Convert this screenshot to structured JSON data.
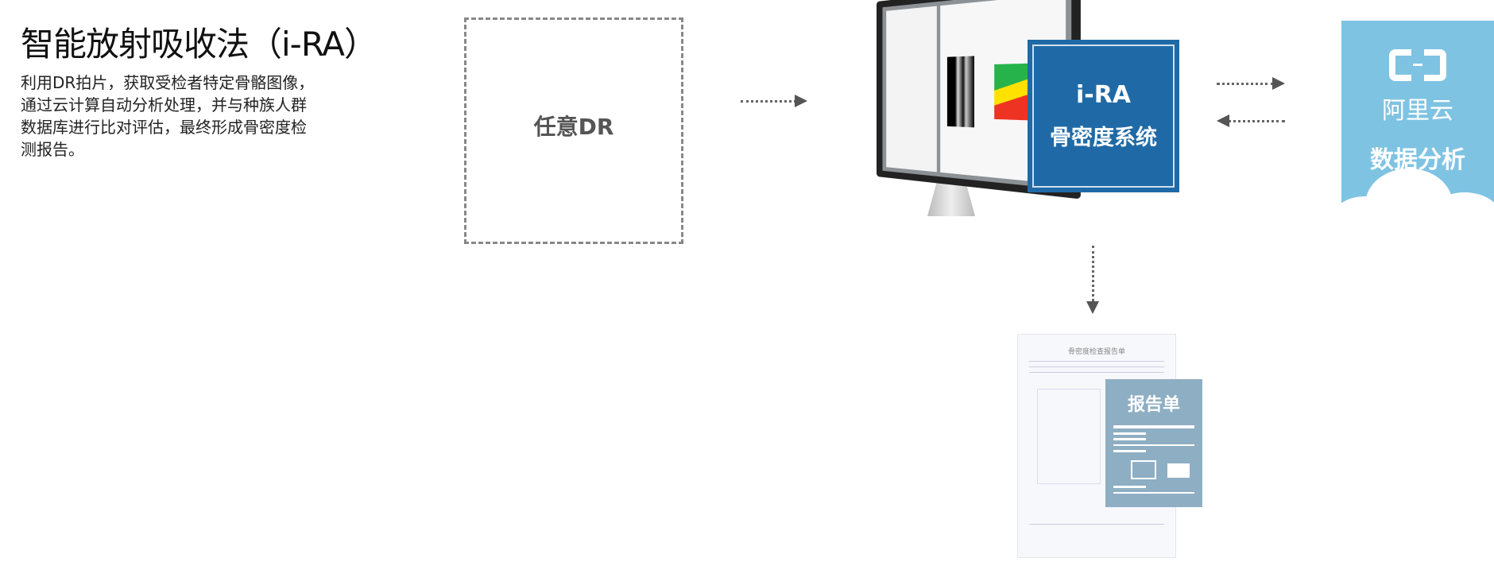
{
  "title": "智能放射吸收法（i-RA）",
  "description_lines": [
    "利用DR拍片，获取受检者特定骨骼图像，",
    "通过云计算自动分析处理，并与种族人群",
    "数据库进行比对评估，最终形成骨密度检",
    "测报告。"
  ],
  "dr_box": {
    "label": "任意DR"
  },
  "ira_system": {
    "line1": "i-RA",
    "line2": "骨密度系统",
    "color": "#1f6aa6"
  },
  "aliyun": {
    "brand": "阿里云",
    "label": "数据分析",
    "color": "#7fc3e3",
    "icon": "aliyun-logo-icon"
  },
  "report": {
    "card_label": "报告单",
    "doc_title": "骨密度检查报告单",
    "card_color": "#8eaec3"
  }
}
